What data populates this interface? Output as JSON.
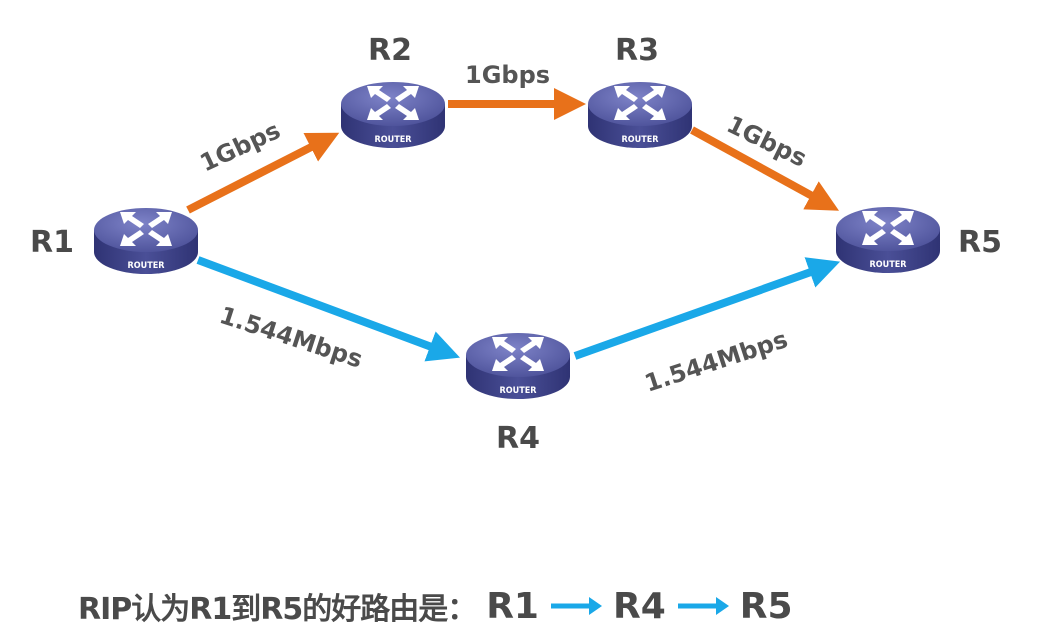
{
  "colors": {
    "primary_path": "#e8711a",
    "rip_path": "#1aa8e8",
    "router_body": "#5a5ea8",
    "label_text": "#4a4a4a"
  },
  "routers": [
    {
      "id": "R1",
      "label": "R1",
      "device_text": "ROUTER",
      "icon": "router-icon"
    },
    {
      "id": "R2",
      "label": "R2",
      "device_text": "ROUTER",
      "icon": "router-icon"
    },
    {
      "id": "R3",
      "label": "R3",
      "device_text": "ROUTER",
      "icon": "router-icon"
    },
    {
      "id": "R4",
      "label": "R4",
      "device_text": "ROUTER",
      "icon": "router-icon"
    },
    {
      "id": "R5",
      "label": "R5",
      "device_text": "ROUTER",
      "icon": "router-icon"
    }
  ],
  "links": [
    {
      "from": "R1",
      "to": "R2",
      "bandwidth": "1Gbps",
      "color": "orange"
    },
    {
      "from": "R2",
      "to": "R3",
      "bandwidth": "1Gbps",
      "color": "orange"
    },
    {
      "from": "R3",
      "to": "R5",
      "bandwidth": "1Gbps",
      "color": "orange"
    },
    {
      "from": "R1",
      "to": "R4",
      "bandwidth": "1.544Mbps",
      "color": "blue"
    },
    {
      "from": "R4",
      "to": "R5",
      "bandwidth": "1.544Mbps",
      "color": "blue"
    }
  ],
  "caption": {
    "lead": "RIP认为R1到R5的好路由是：",
    "path": [
      "R1",
      "R4",
      "R5"
    ]
  }
}
